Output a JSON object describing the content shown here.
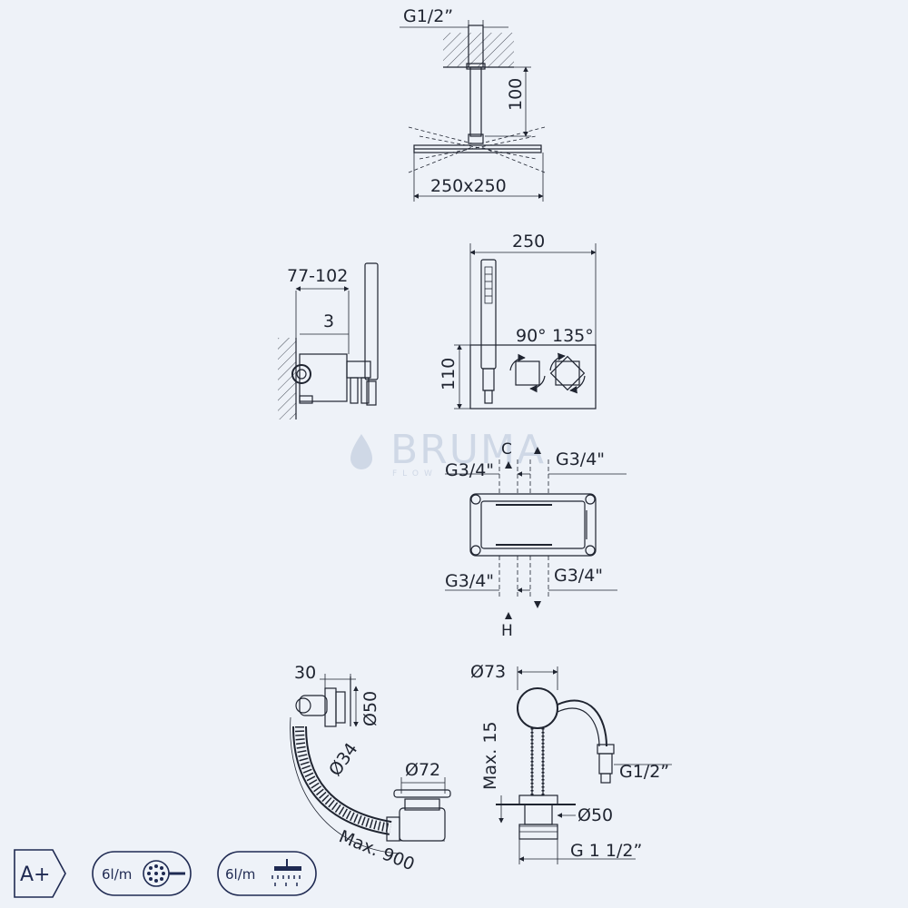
{
  "watermark": {
    "brand": "BRUMA",
    "tagline": "FLOW"
  },
  "shower_head": {
    "thread": "G1/2”",
    "arm_length": "100",
    "size": "250x250"
  },
  "side_view": {
    "depth_range": "77-102",
    "offset": "3"
  },
  "front_view": {
    "width": "250",
    "height": "110",
    "angle_1": "90°",
    "angle_2": "135°"
  },
  "valve_body": {
    "top_left": "G3/4\"",
    "top_right": "G3/4\"",
    "bottom_left": "G3/4\"",
    "bottom_right": "G3/4\"",
    "cold_label": "C",
    "hot_label": "H"
  },
  "overflow_waste": {
    "overflow_depth": "30",
    "overflow_dia": "Ø50",
    "hose_dia": "Ø34",
    "waste_dia": "Ø72",
    "hose_length": "Max. 900"
  },
  "bath_filler": {
    "body_dia": "Ø73",
    "height": "Max. 15",
    "thread": "G1/2”",
    "flange_dia": "Ø50",
    "outlet_thread": "G 1 1/2”"
  },
  "badges": {
    "energy_class": "A+",
    "hand_flow": "6l/m",
    "head_flow": "6l/m"
  }
}
